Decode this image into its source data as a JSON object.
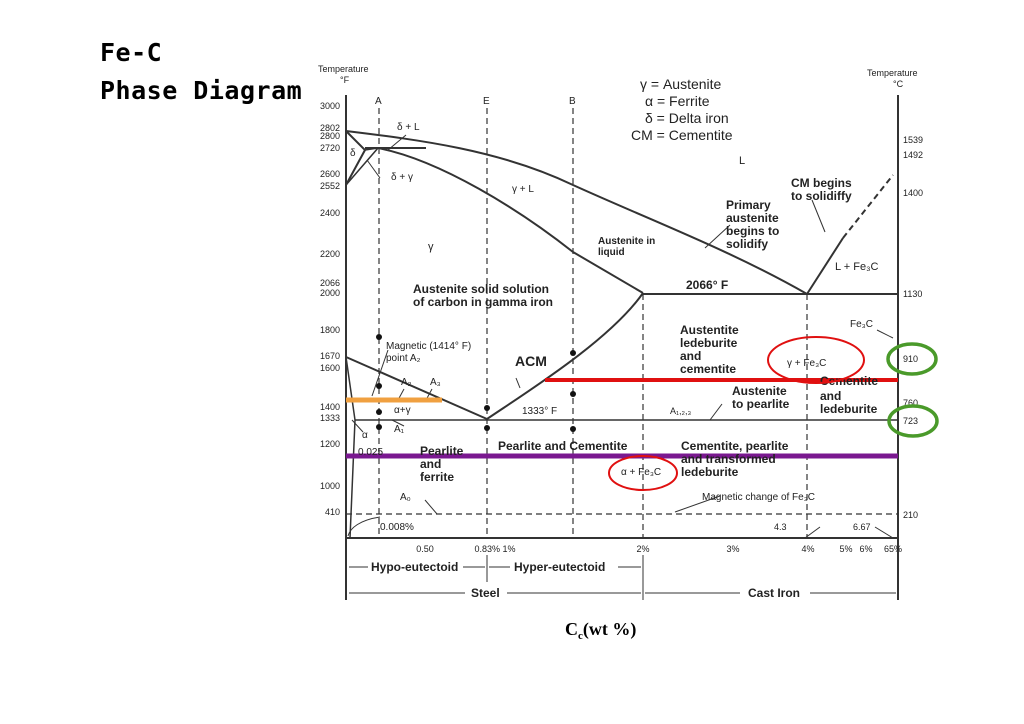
{
  "title": {
    "line1": "Fe-C",
    "line2": "Phase Diagram"
  },
  "axes": {
    "left_label": "Temperature",
    "left_unit": "°F",
    "right_label": "Temperature",
    "right_unit": "°C",
    "left_ticks": [
      "3000",
      "2802",
      "2800",
      "2720",
      "2600",
      "2552",
      "2400",
      "2200",
      "2066",
      "2000",
      "1800",
      "1670",
      "1600",
      "1400",
      "1333",
      "1200",
      "1000",
      "410"
    ],
    "right_ticks": [
      "1539",
      "1492",
      "1400",
      "1130",
      "910",
      "760",
      "723",
      "210"
    ],
    "bottom_ticks": [
      "0.50",
      "0.83% 1%",
      "2%",
      "3%",
      "4%",
      "5%",
      "6%",
      "65%"
    ],
    "xlabel": "C",
    "xlabel_sub": "c",
    "xlabel_unit": "(wt %)"
  },
  "composition_lines": [
    "A",
    "E",
    "B"
  ],
  "legend": [
    "γ = Austenite",
    "α = Ferrite",
    "δ = Delta  iron",
    "CM = Cementite"
  ],
  "regions": {
    "delta": "δ",
    "delta_L": "δ + L",
    "delta_gamma": "δ + γ",
    "gamma_L": "γ + L",
    "L": "L",
    "gamma": "γ",
    "austenite_solid_1": "Austenite solid solution",
    "austenite_solid_2": "of carbon in gamma iron",
    "austenite_liquid_1": "Austenite in",
    "austenite_liquid_2": "liquid",
    "primary_1": "Primary",
    "primary_2": "austenite",
    "primary_3": "begins to",
    "primary_4": "solidify",
    "cm_1": "CM begins",
    "cm_2": "to solidiffy",
    "L_fe3c": "L + Fe₃C",
    "eutectic": "2066° F",
    "magnetic_1": "Magnetic (1414° F)",
    "magnetic_2": "point  A₂",
    "acm": "ACM",
    "a2": "A₂",
    "a3": "A₃",
    "alpha_gamma": "α+γ",
    "a1": "A₁",
    "alpha": "α",
    "eutectoid": "1333° F",
    "c0025": "0.025",
    "pearlite_ferrite_1": "Pearlite",
    "pearlite_ferrite_2": "and",
    "pearlite_ferrite_3": "ferrite",
    "pearlite_cementite": "Pearlite and Cementite",
    "a0": "A₀",
    "c0008": "0.008%",
    "aus_led_1": "Austentite",
    "aus_led_2": "ledeburite",
    "aus_led_3": "and",
    "aus_led_4": "cementite",
    "gamma_fe3c": "γ + Fe₃C",
    "fe3c": "Fe₃C",
    "aus_pearl_1": "Austenite",
    "aus_pearl_2": "to pearlite",
    "a123": "A₁,₂,₃",
    "cem_led_1": "Cementite",
    "cem_led_2": "and",
    "cem_led_3": "ledeburite",
    "cem_pearl_1": "Cementite, pearlite",
    "cem_pearl_2": "and transformed",
    "cem_pearl_3": "ledeburite",
    "alpha_fe3c": "α + Fe₃C",
    "mag_fe3c": "Magnetic  change  of  Fe₃C",
    "c43": "4.3",
    "c667": "6.67"
  },
  "ranges": {
    "hypo": "Hypo-eutectoid",
    "hyper": "Hyper-eutectoid",
    "steel": "Steel",
    "cast_iron": "Cast Iron"
  },
  "colors": {
    "orange": "#f0a040",
    "red": "#e01010",
    "purple": "#7a1890",
    "green": "#4a9a2a"
  }
}
